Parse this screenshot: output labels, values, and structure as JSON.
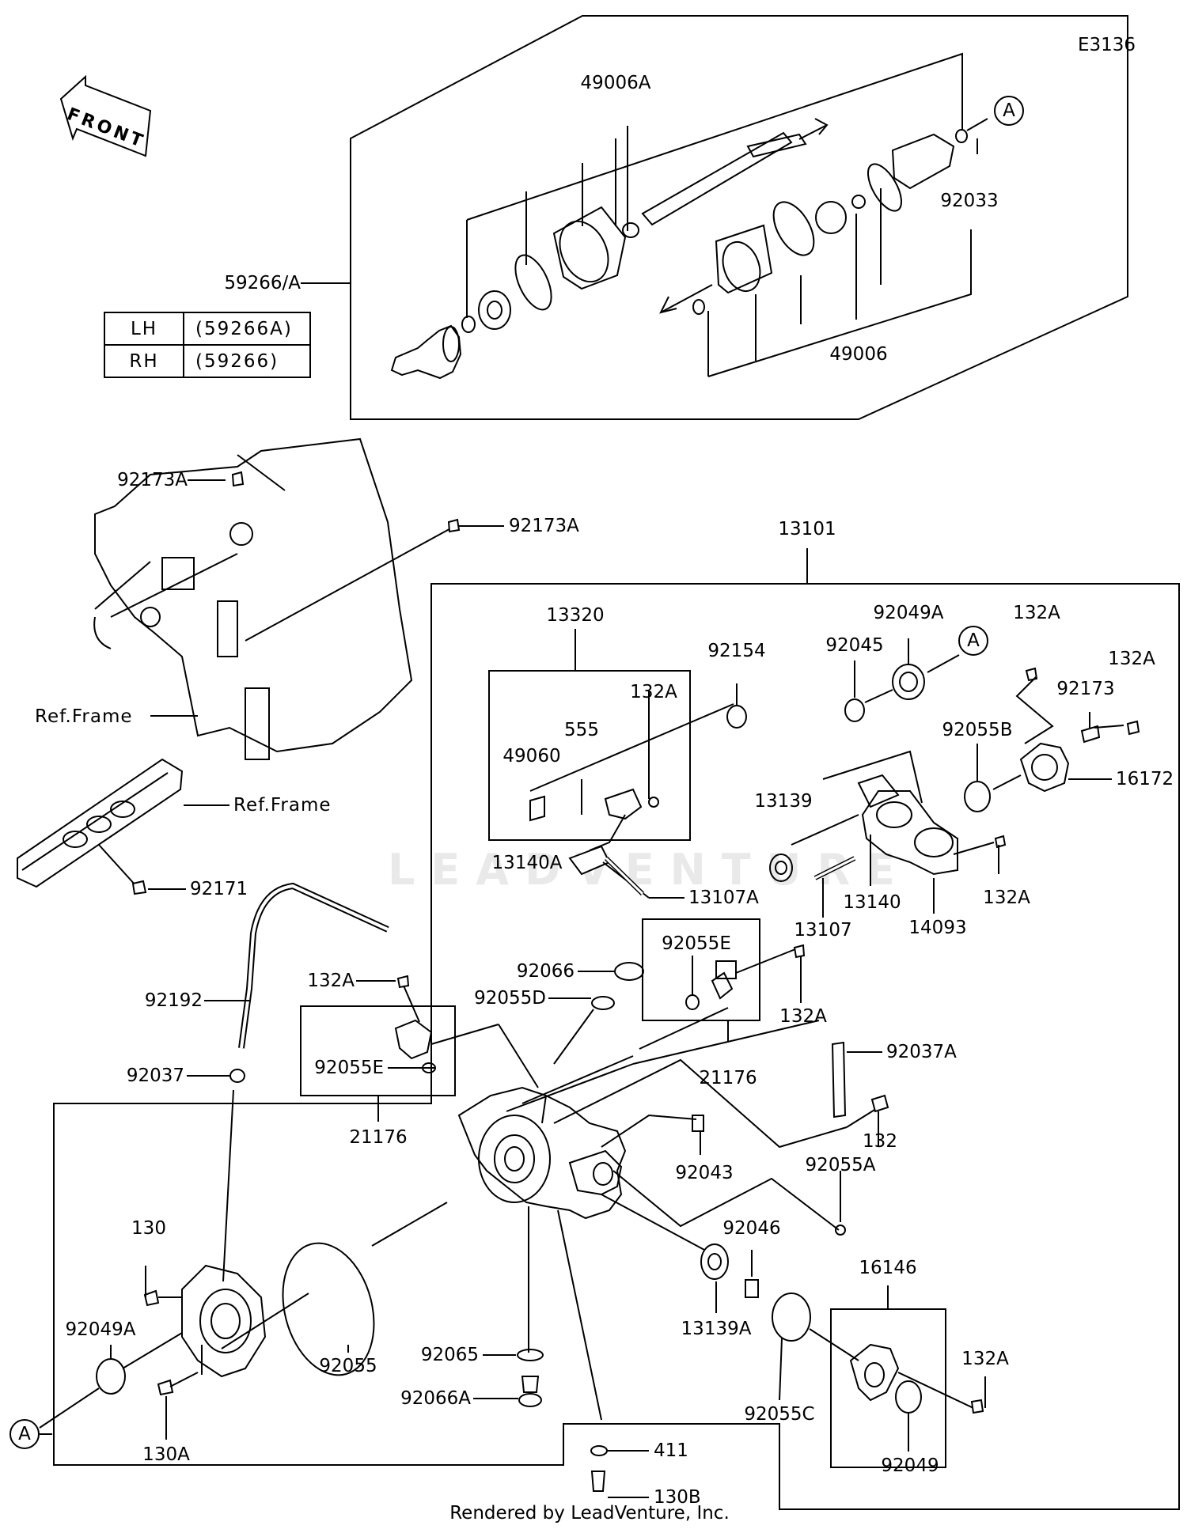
{
  "diagram_code": "E3136",
  "front_indicator": "FRONT",
  "watermark": "LEADVENTURE",
  "footer": "Rendered by LeadVenture, Inc.",
  "reference_frame": "Ref.Frame",
  "circle_marker": "A",
  "side_table": [
    {
      "side": "LH",
      "part": "(59266A)"
    },
    {
      "side": "RH",
      "part": "(59266)"
    }
  ],
  "callouts": {
    "c49006A": "49006A",
    "c92033": "92033",
    "c59266": "59266/A",
    "c49006": "49006",
    "c92173A_1": "92173A",
    "c92173A_2": "92173A",
    "c92171": "92171",
    "c92192": "92192",
    "c92037": "92037",
    "c13101": "13101",
    "c13320": "13320",
    "c92154": "92154",
    "c132A_1": "132A",
    "c555": "555",
    "c49060": "49060",
    "c13140A": "13140A",
    "c13107A": "13107A",
    "c92045": "92045",
    "c92049A_1": "92049A",
    "c132A_2": "132A",
    "c132A_3": "132A",
    "c92173": "92173",
    "c92055B": "92055B",
    "c16172": "16172",
    "c13139": "13139",
    "c13140": "13140",
    "c13107": "13107",
    "c14093": "14093",
    "c132A_4": "132A",
    "c92066": "92066",
    "c92055E_1": "92055E",
    "c92055D": "92055D",
    "c132A_5": "132A",
    "c132A_6": "132A",
    "c92037A": "92037A",
    "c92055E_2": "92055E",
    "c21176_1": "21176",
    "c21176_2": "21176",
    "c132": "132",
    "c92043": "92043",
    "c92055A": "92055A",
    "c130": "130",
    "c92049A_2": "92049A",
    "c92055": "92055",
    "c92065": "92065",
    "c92066A": "92066A",
    "c130A": "130A",
    "c92046": "92046",
    "c16146": "16146",
    "c13139A": "13139A",
    "c92055C": "92055C",
    "c132A_7": "132A",
    "c92049": "92049",
    "c411": "411",
    "c130B": "130B"
  }
}
